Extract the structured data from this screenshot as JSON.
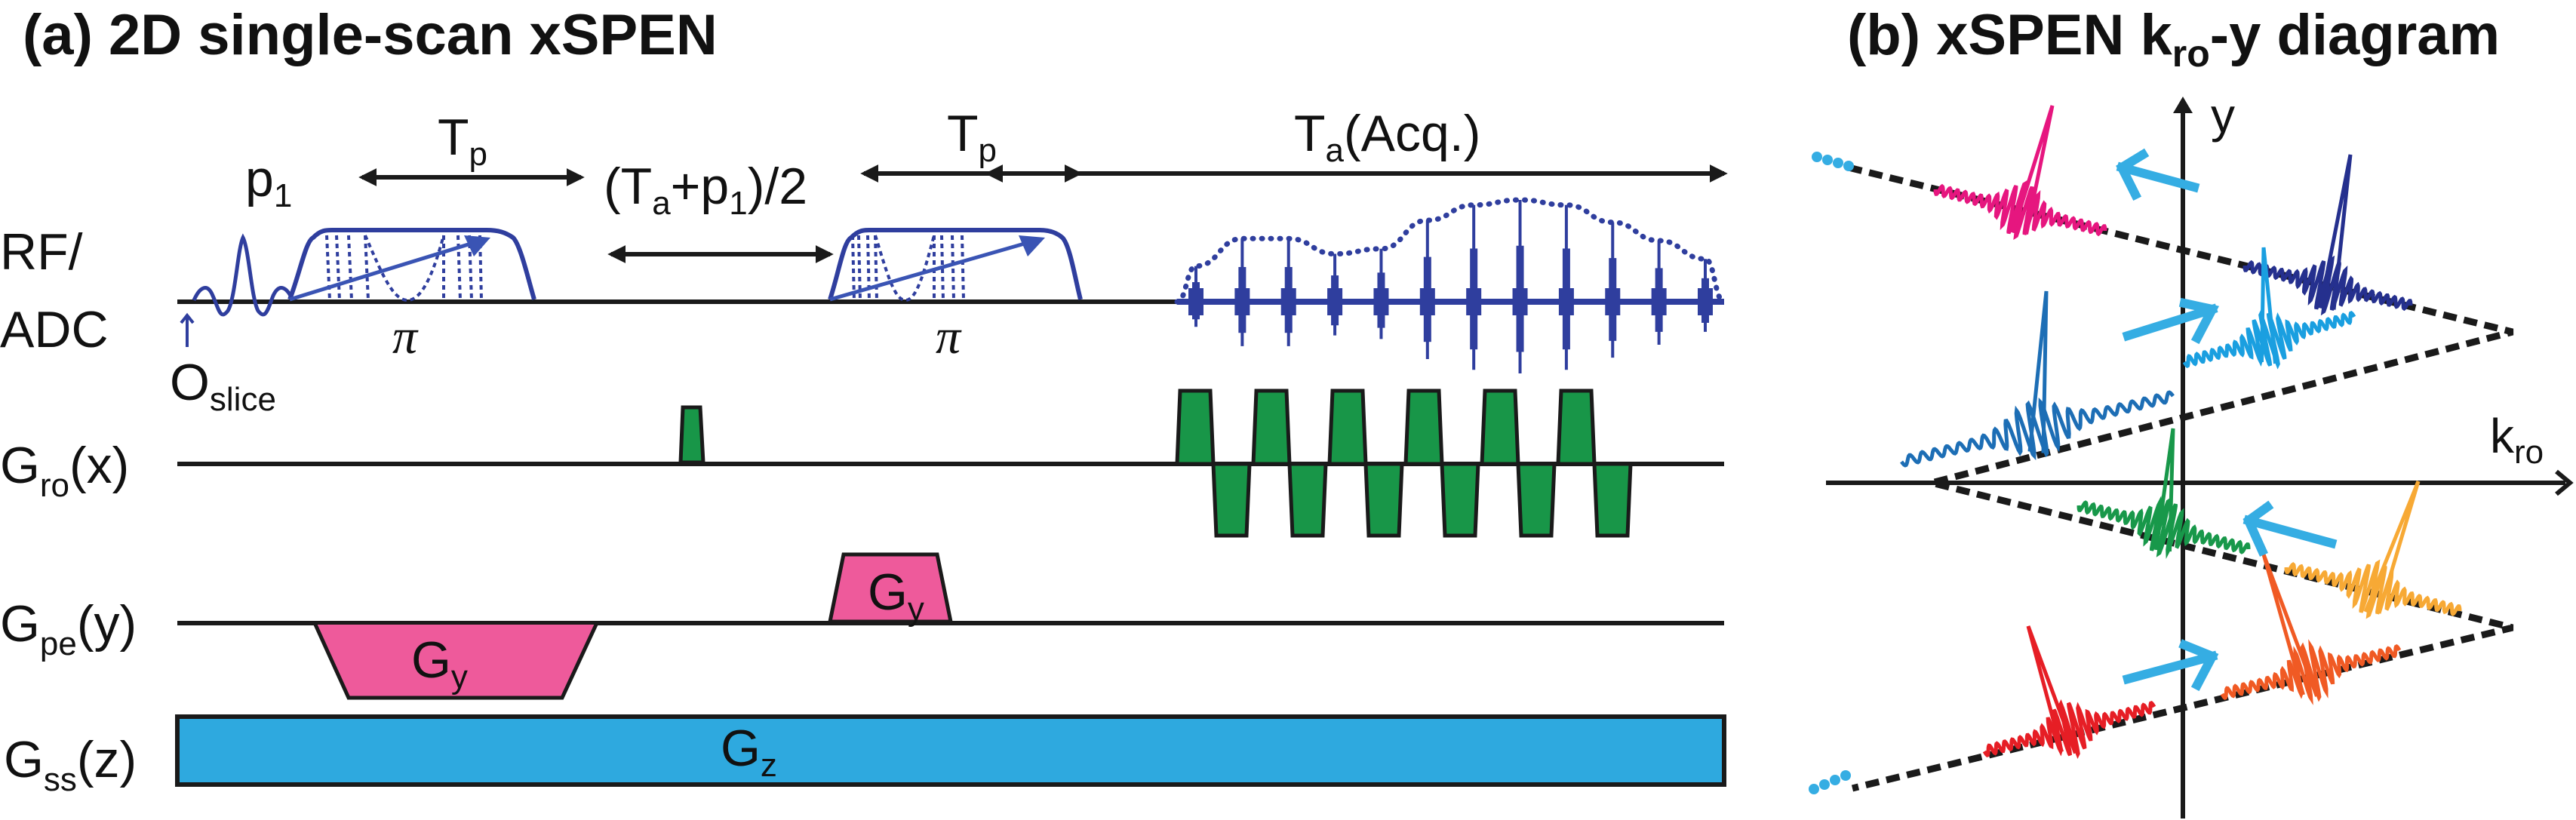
{
  "panel_a": {
    "title": "(a) 2D single-scan xSPEN",
    "rows": {
      "rf_label_line1": "RF/",
      "rf_label_line2": "ADC",
      "gro_main": "G",
      "gro_sub": "ro",
      "gro_arg": "(x)",
      "gpe_main": "G",
      "gpe_sub": "pe",
      "gpe_arg": "(y)",
      "gss_main": "G",
      "gss_sub": "ss",
      "gss_arg": "(z)"
    },
    "annotations": {
      "p1_main": "p",
      "p1_sub": "1",
      "tp1_main": "T",
      "tp1_sub": "p",
      "tp2_main": "T",
      "tp2_sub": "p",
      "delay_open": "(T",
      "delay_sub_a": "a",
      "delay_mid": "+p",
      "delay_sub_1": "1",
      "delay_close": ")/2",
      "ta_main": "T",
      "ta_sub": "a",
      "ta_rest": "(Acq.)",
      "pi1": "π",
      "pi2": "π",
      "oslice_main": "O",
      "oslice_sub": "slice",
      "gy1_main": "G",
      "gy1_sub": "y",
      "gy2_main": "G",
      "gy2_sub": "y",
      "gz_main": "G",
      "gz_sub": "z"
    },
    "acquisition": {
      "echo_count": 12,
      "echo_relative_amplitudes": [
        0.35,
        0.62,
        0.62,
        0.47,
        0.52,
        0.8,
        0.95,
        1.0,
        0.95,
        0.78,
        0.6,
        0.42
      ],
      "readout_lobes_positive": 6,
      "readout_lobes_negative": 6
    },
    "colors": {
      "rf": "#2f3e9e",
      "line": "#1a1a1a",
      "gro": "#189648",
      "gpe": "#ee5a9b",
      "gss": "#2ea9df"
    }
  },
  "panel_b": {
    "title_pre": "(b) xSPEN k",
    "title_sub": "ro",
    "title_post": "-y diagram",
    "axis_y_label": "y",
    "axis_x_main": "k",
    "axis_x_sub": "ro",
    "segments": [
      {
        "name": "segment-1",
        "color": "#e6167f",
        "direction": "left"
      },
      {
        "name": "segment-2",
        "color": "#25308e",
        "direction": "left"
      },
      {
        "name": "segment-3",
        "color": "#1a9fe0",
        "direction": "right"
      },
      {
        "name": "segment-4",
        "color": "#1d6eb5",
        "direction": "right"
      },
      {
        "name": "segment-5",
        "color": "#18984a",
        "direction": "left"
      },
      {
        "name": "segment-6",
        "color": "#f7a935",
        "direction": "left"
      },
      {
        "name": "segment-7",
        "color": "#f05a24",
        "direction": "right"
      },
      {
        "name": "segment-8",
        "color": "#e61e25",
        "direction": "right"
      }
    ],
    "arrow_color": "#35ade3",
    "continuation_color": "#35ade3"
  }
}
